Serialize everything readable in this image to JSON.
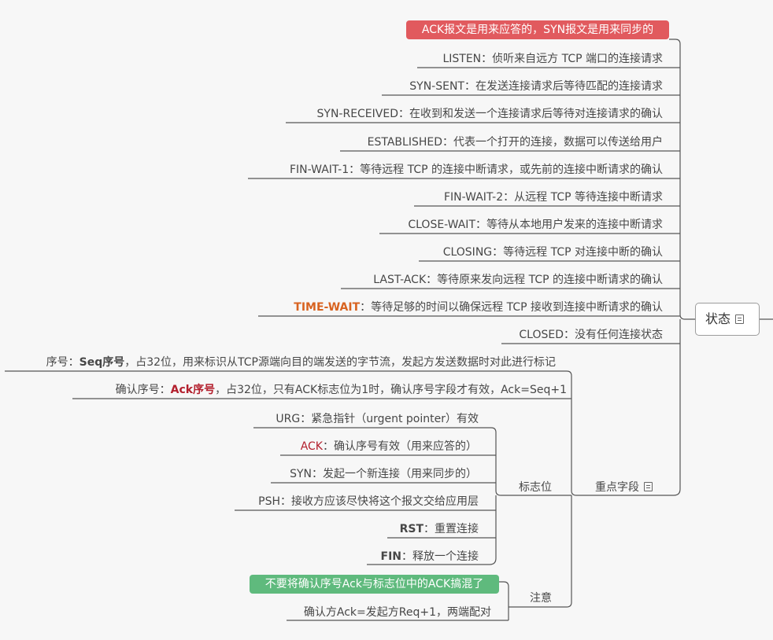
{
  "central": {
    "label": "状态"
  },
  "state_note": "ACK报文是用来应答的，SYN报文是用来同步的",
  "states": [
    {
      "name": "LISTEN",
      "desc": "：侦听来自远方 TCP 端口的连接请求"
    },
    {
      "name": "SYN-SENT",
      "desc": "：在发送连接请求后等待匹配的连接请求"
    },
    {
      "name": "SYN-RECEIVED",
      "desc": "：在收到和发送一个连接请求后等待对连接请求的确认"
    },
    {
      "name": "ESTABLISHED",
      "desc": "：代表一个打开的连接，数据可以传送给用户"
    },
    {
      "name": "FIN-WAIT-1",
      "desc": "：等待远程 TCP 的连接中断请求，或先前的连接中断请求的确认"
    },
    {
      "name": "FIN-WAIT-2",
      "desc": "：从远程 TCP 等待连接中断请求"
    },
    {
      "name": "CLOSE-WAIT",
      "desc": "：等待从本地用户发来的连接中断请求"
    },
    {
      "name": "CLOSING",
      "desc": "：等待远程 TCP 对连接中断的确认"
    },
    {
      "name": "LAST-ACK",
      "desc": "：等待原来发向远程 TCP 的连接中断请求的确认"
    },
    {
      "name": "TIME-WAIT",
      "desc": "：等待足够的时间以确保远程 TCP 接收到连接中断请求的确认"
    },
    {
      "name": "CLOSED",
      "desc": "：没有任何连接状态"
    }
  ],
  "key_fields": {
    "label": "重点字段",
    "seq": {
      "prefix": "序号：",
      "bold": "Seq序号",
      "rest": "，占32位，用来标识从TCP源端向目的端发送的字节流，发起方发送数据时对此进行标记"
    },
    "ack": {
      "prefix": "确认序号：",
      "bold": "Ack序号",
      "rest": "，占32位，只有ACK标志位为1时，确认序号字段才有效，Ack=Seq+1"
    },
    "flags": {
      "label": "标志位",
      "items": [
        {
          "name": "URG",
          "desc": "：紧急指针（urgent pointer）有效"
        },
        {
          "name": "ACK",
          "desc": "：确认序号有效（用来应答的）"
        },
        {
          "name": "SYN",
          "desc": "：发起一个新连接（用来同步的）"
        },
        {
          "name": "PSH",
          "desc": "：接收方应该尽快将这个报文交给应用层"
        },
        {
          "name": "RST",
          "desc": "：重置连接"
        },
        {
          "name": "FIN",
          "desc": "：释放一个连接"
        }
      ]
    },
    "notice": {
      "label": "注意",
      "callout": "不要将确认序号Ack与标志位中的ACK搞混了",
      "text": "确认方Ack=发起方Req+1，两端配对"
    }
  },
  "colors": {
    "red_callout": "#e15a5e",
    "green_callout": "#5fba7d",
    "emphasis_red": "#b3202e",
    "emphasis_orange": "#d86320",
    "line": "#555555"
  }
}
